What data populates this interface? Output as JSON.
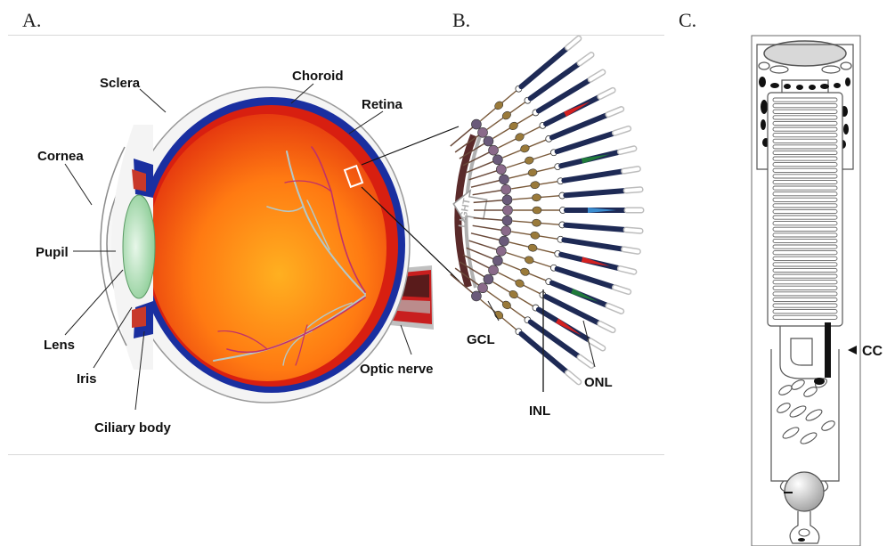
{
  "panels": {
    "a": "A.",
    "b": "B.",
    "c": "C."
  },
  "eye_labels": {
    "sclera": "Sclera",
    "choroid": "Choroid",
    "retina": "Retina",
    "cornea": "Cornea",
    "pupil": "Pupil",
    "lens": "Lens",
    "iris": "Iris",
    "ciliary_body": "Ciliary body",
    "optic_nerve": "Optic nerve"
  },
  "retina_labels": {
    "light": "LIGHT",
    "gcl": "GCL",
    "inl": "INL",
    "onl": "ONL"
  },
  "photoreceptor_labels": {
    "cc": "CC"
  },
  "colors": {
    "sclera": "#f4f4f4",
    "choroid": "#1a2fa0",
    "retina": "#d81f10",
    "vitreous_inner": "#ff9a1a",
    "lens": "#a8dcae",
    "optic_nerve": "#c81e1e",
    "cone_red": "#d42020",
    "cone_green": "#1f7a3a",
    "cone_blue": "#3a8ccf",
    "rod": "#1e2a55"
  }
}
